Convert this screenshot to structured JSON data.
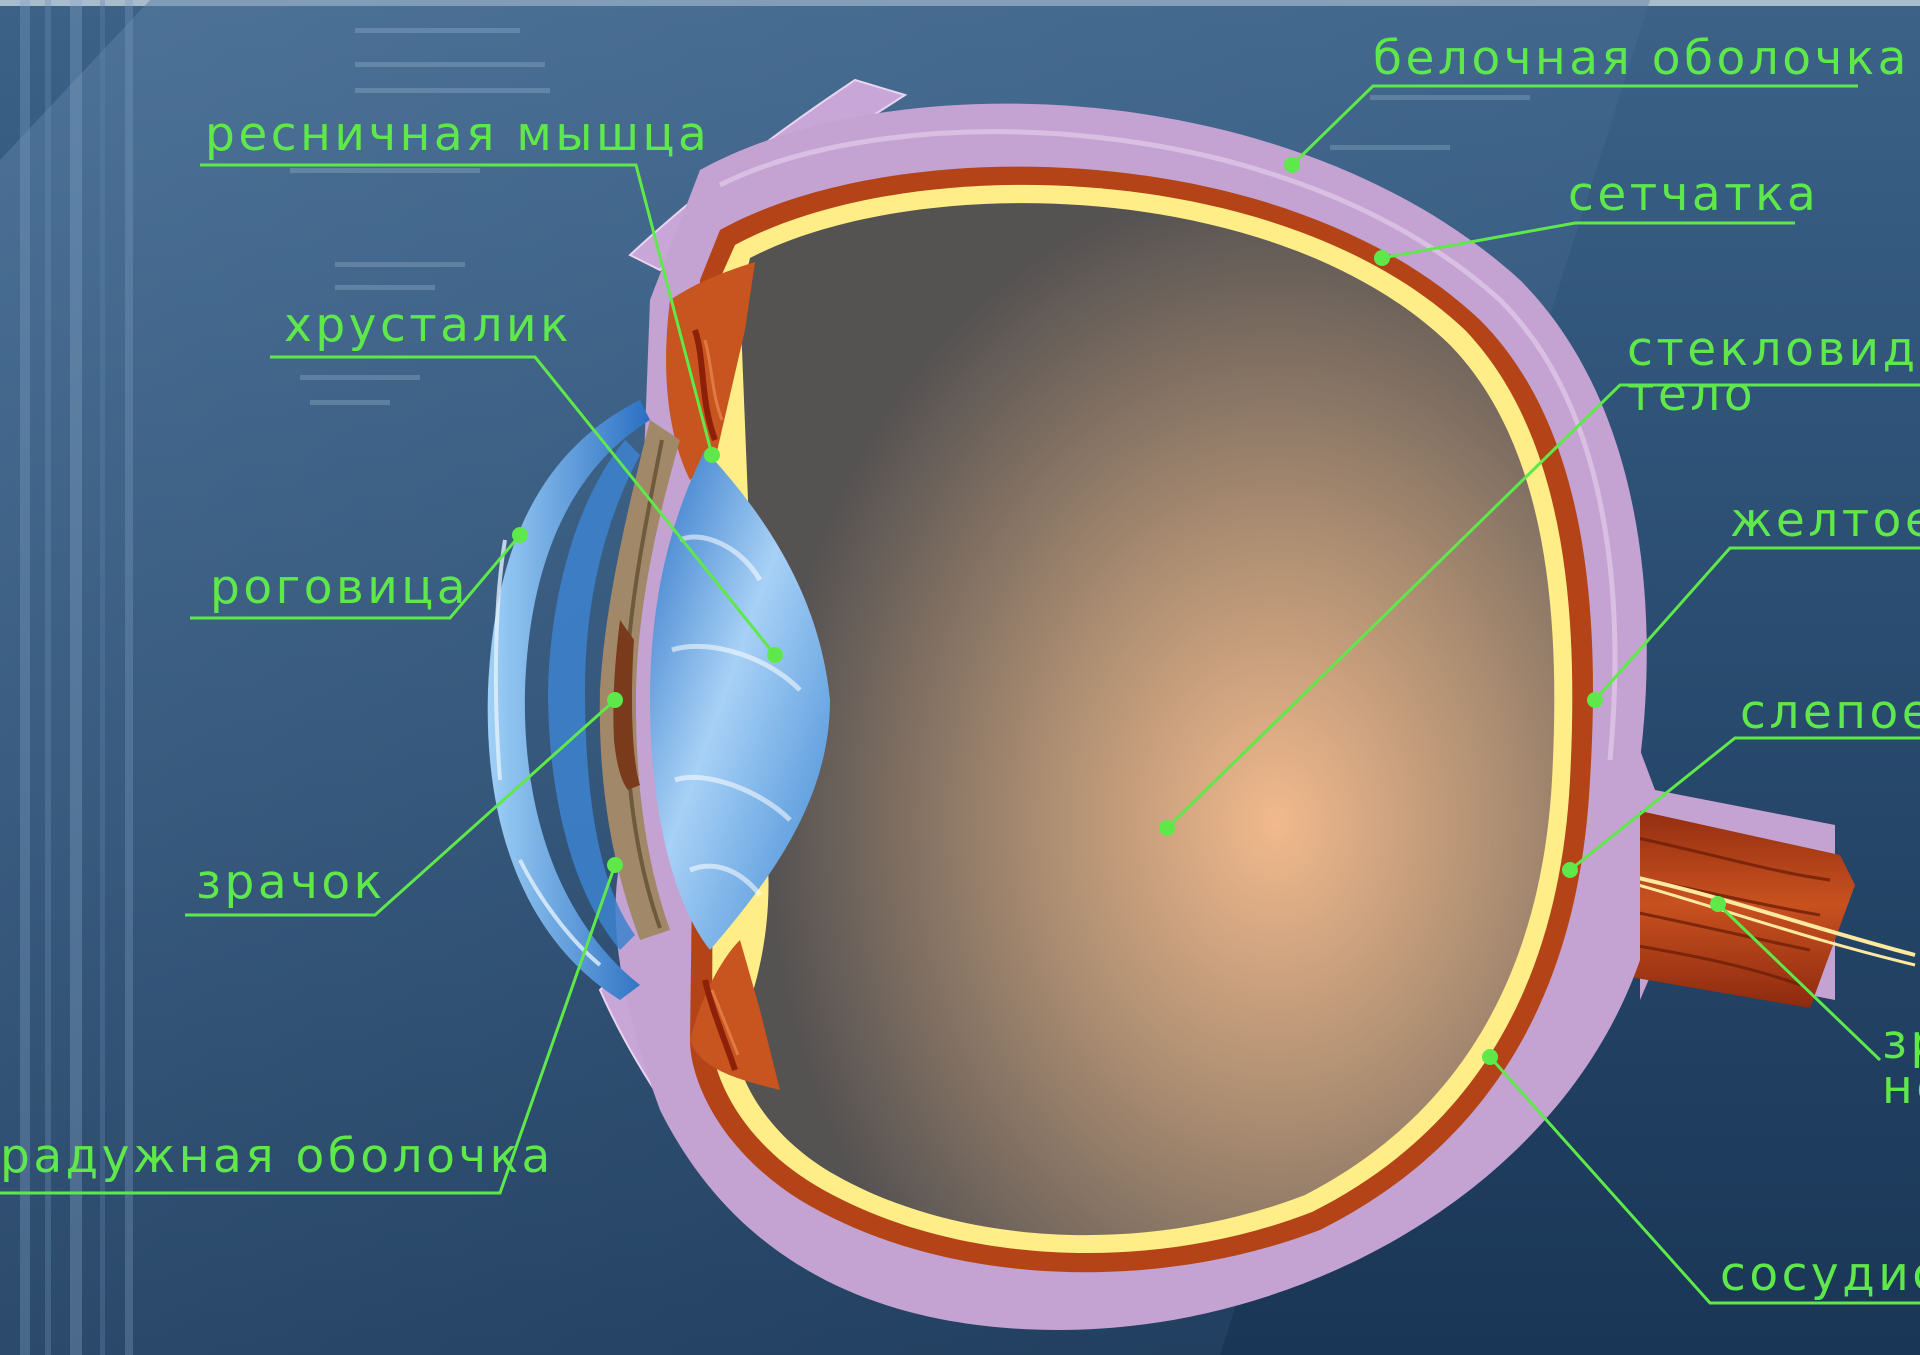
{
  "labels": {
    "sclera": "белочная оболочка",
    "ciliary_muscle": "ресничная мышца",
    "retina": "сетчатка",
    "lens": "хрусталик",
    "vitreous_line1": "стекловидно",
    "vitreous_line2": "тело",
    "yellow_spot": "желтое",
    "cornea": "роговица",
    "blind_spot": "слепое",
    "pupil": "зрачок",
    "optic_nerve_line1": "зр",
    "optic_nerve_line2": "не",
    "iris": "радужная оболочка",
    "choroid": "сосудист"
  },
  "colors": {
    "background": "#1f3e5e",
    "label": "#5fe84a",
    "sclera": "#c4a2d2",
    "choroid": "#b44418",
    "retina": "#ffee88",
    "vitreous_center": "#f1b98d",
    "vitreous_edge": "#555252",
    "lens": "#8fc1ee"
  }
}
